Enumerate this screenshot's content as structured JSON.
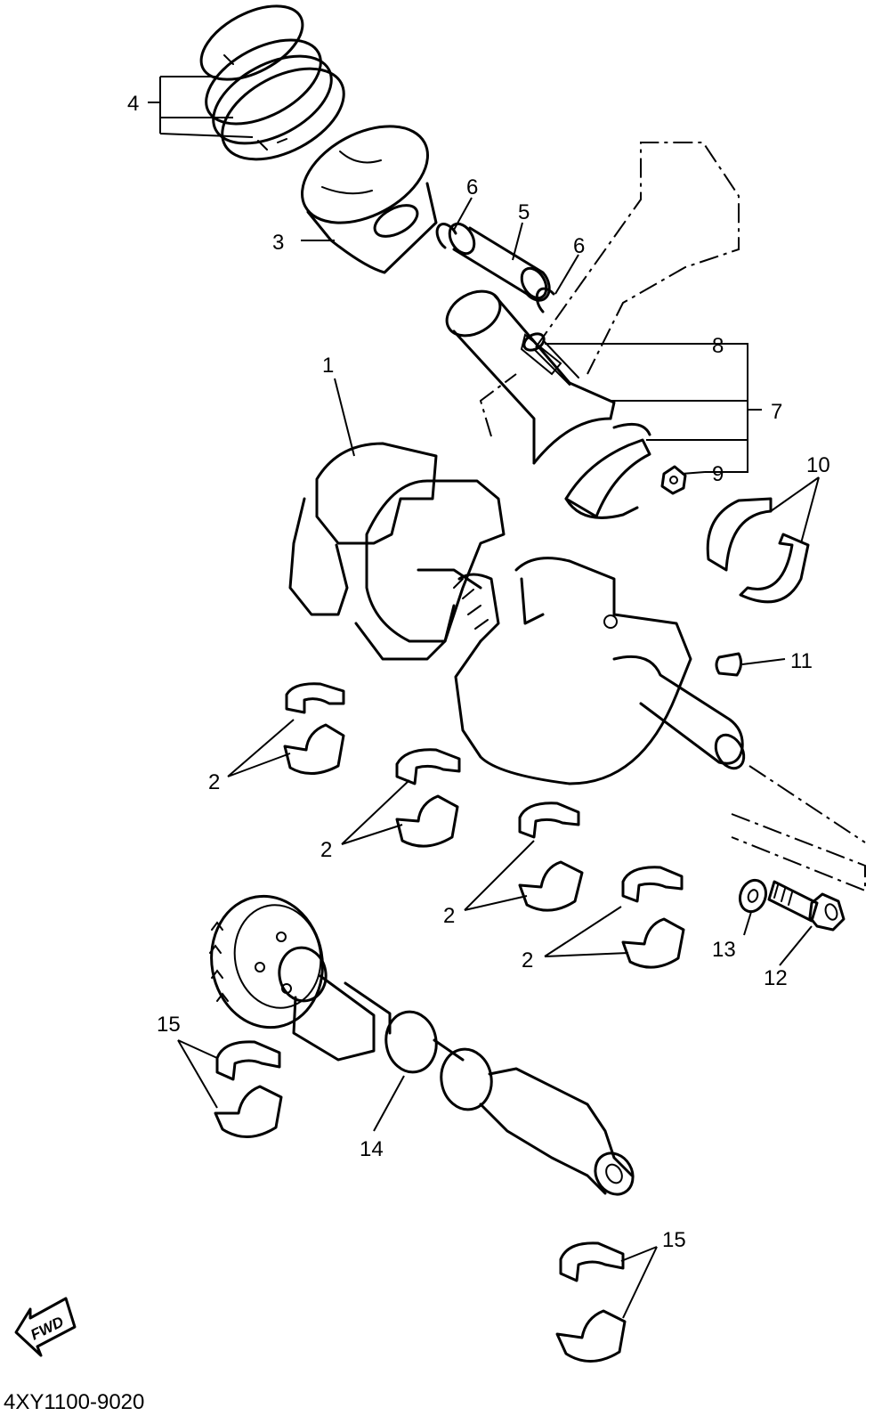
{
  "diagram": {
    "callouts": {
      "c1": "1",
      "c2": "2",
      "c3": "3",
      "c4": "4",
      "c5": "5",
      "c6": "6",
      "c7": "7",
      "c8": "8",
      "c9": "9",
      "c10": "10",
      "c11": "11",
      "c12": "12",
      "c13": "13",
      "c14": "14",
      "c15": "15"
    },
    "direction_label": "FWD",
    "drawing_code": "4XY1100-9020"
  }
}
